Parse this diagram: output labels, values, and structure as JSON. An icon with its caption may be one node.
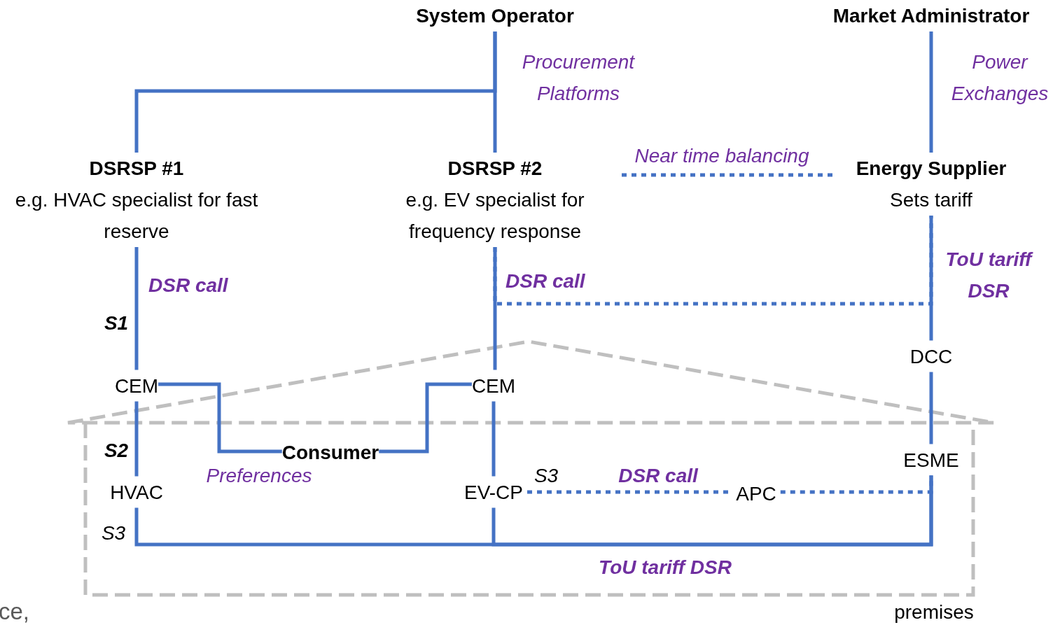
{
  "diagram": {
    "nodes": [
      {
        "text": [
          "System Operator"
        ]
      },
      {
        "text": [
          "Market Administrator"
        ]
      },
      {
        "text": [
          "DSRSP #1",
          "e.g. HVAC specialist for fast reserve"
        ]
      },
      {
        "text": [
          "DSRSP #2",
          "e.g. EV specialist for frequency response"
        ]
      },
      {
        "text": [
          "Energy Supplier",
          "Sets tariff"
        ]
      },
      {
        "text": [
          "CEM"
        ]
      },
      {
        "text": [
          "CEM"
        ]
      },
      {
        "text": [
          "DCC"
        ]
      },
      {
        "text": [
          "Consumer"
        ]
      },
      {
        "text": [
          "HVAC"
        ]
      },
      {
        "text": [
          "EV-CP"
        ]
      },
      {
        "text": [
          "ESME"
        ]
      },
      {
        "text": [
          "APC"
        ]
      }
    ],
    "edges": [
      {
        "from": 0,
        "to": 2,
        "arrow": "none"
      },
      {
        "from": 0,
        "to": 3,
        "arrow": "none"
      },
      {
        "from": 1,
        "to": 4,
        "arrow": "none"
      },
      {
        "from": 3,
        "to": 4,
        "arrow": "none",
        "label": "Near time balancing",
        "style": "dashed"
      },
      {
        "from": 2,
        "to": 5,
        "arrow": "none",
        "label": "DSR call"
      },
      {
        "from": 3,
        "to": 6,
        "arrow": "none",
        "label": "DSR call"
      },
      {
        "from": 4,
        "to": 7,
        "arrow": "none",
        "label": "ToU tariff DSR"
      },
      {
        "from": 3,
        "to": 4,
        "arrow": "none",
        "style": "dashed"
      },
      {
        "from": 5,
        "to": 8,
        "arrow": "none"
      },
      {
        "from": 6,
        "to": 8,
        "arrow": "none"
      },
      {
        "from": 5,
        "to": 9,
        "arrow": "none"
      },
      {
        "from": 6,
        "to": 10,
        "arrow": "none"
      },
      {
        "from": 7,
        "to": 11,
        "arrow": "none"
      },
      {
        "from": 9,
        "to": 11,
        "arrow": "none",
        "label": "ToU tariff DSR"
      },
      {
        "from": 10,
        "to": 11,
        "arrow": "none"
      },
      {
        "from": 10,
        "to": 12,
        "arrow": "none",
        "label": "DSR call",
        "style": "dashed"
      },
      {
        "from": 12,
        "to": 11,
        "arrow": "none",
        "style": "dashed"
      }
    ],
    "labels": [
      "Procurement Platforms",
      "Power Exchanges",
      "S1",
      "S2",
      "Preferences",
      "S3",
      "S3",
      "premises",
      "ce,"
    ]
  }
}
